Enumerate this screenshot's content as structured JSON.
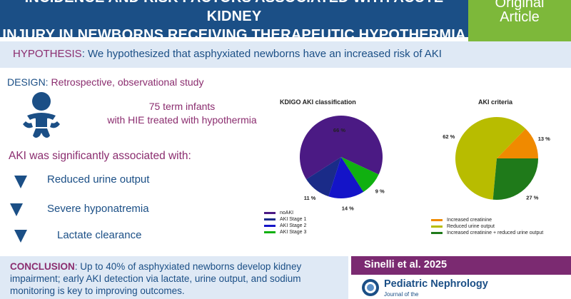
{
  "header": {
    "title_line1": "INCIDENCE AND RISK FACTORS ASSOCIATED WITH ACUTE KIDNEY",
    "title_line2": "INJURY IN NEWBORNS RECEIVING THERAPEUTIC HYPOTHERMIA",
    "badge_line1": "Original",
    "badge_line2": "Article"
  },
  "hypothesis": {
    "label": "HYPOTHESIS",
    "text": ": We hypothesized that asphyxiated newborns have an increased risk of AKI"
  },
  "design": {
    "label": "DESIGN:",
    "text": " Retrospective, observational study"
  },
  "population": {
    "line1": "75 term infants",
    "line2": "with HIE treated with hypothermia",
    "icon": "baby-icon"
  },
  "association": {
    "heading": "AKI was significantly associated with:",
    "items": [
      "Reduced urine output",
      "Severe hyponatremia",
      "Lactate clearance"
    ]
  },
  "conclusion": {
    "label": "CONCLUSION",
    "text": ": Up to 40% of asphyxiated newborns develop kidney impairment; early AKI detection via lactate, urine output, and sodium monitoring is key to improving outcomes."
  },
  "citation": {
    "text": "Sinelli et al. 2025",
    "journal": "Pediatric Nephrology",
    "journal_sub": "Journal of the"
  },
  "colors": {
    "navy": "#1b4f86",
    "purple": "#8b2d6f",
    "green": "#7db83a"
  },
  "chart_data": [
    {
      "type": "pie",
      "title": "KDIGO AKI classification",
      "categories": [
        "noAKI",
        "AKI Stage 1",
        "AKI Stage 2",
        "AKI Stage 3"
      ],
      "values": [
        66,
        11,
        14,
        9
      ],
      "value_labels": [
        "66 %",
        "11 %",
        "14 %",
        "9 %"
      ],
      "colors": [
        "#4b1a84",
        "#1a2b88",
        "#1414c8",
        "#10b010"
      ],
      "legend_position": "bottom-left"
    },
    {
      "type": "pie",
      "title": "AKI criteria",
      "categories": [
        "Increased creatinine",
        "Reduced urine output",
        "Increased creatinine + reduced urine output"
      ],
      "values": [
        13,
        62,
        27
      ],
      "value_labels": [
        "13 %",
        "62 %",
        "27 %"
      ],
      "colors": [
        "#f08a00",
        "#b8bc00",
        "#1f7a1a"
      ],
      "legend_position": "bottom"
    }
  ]
}
